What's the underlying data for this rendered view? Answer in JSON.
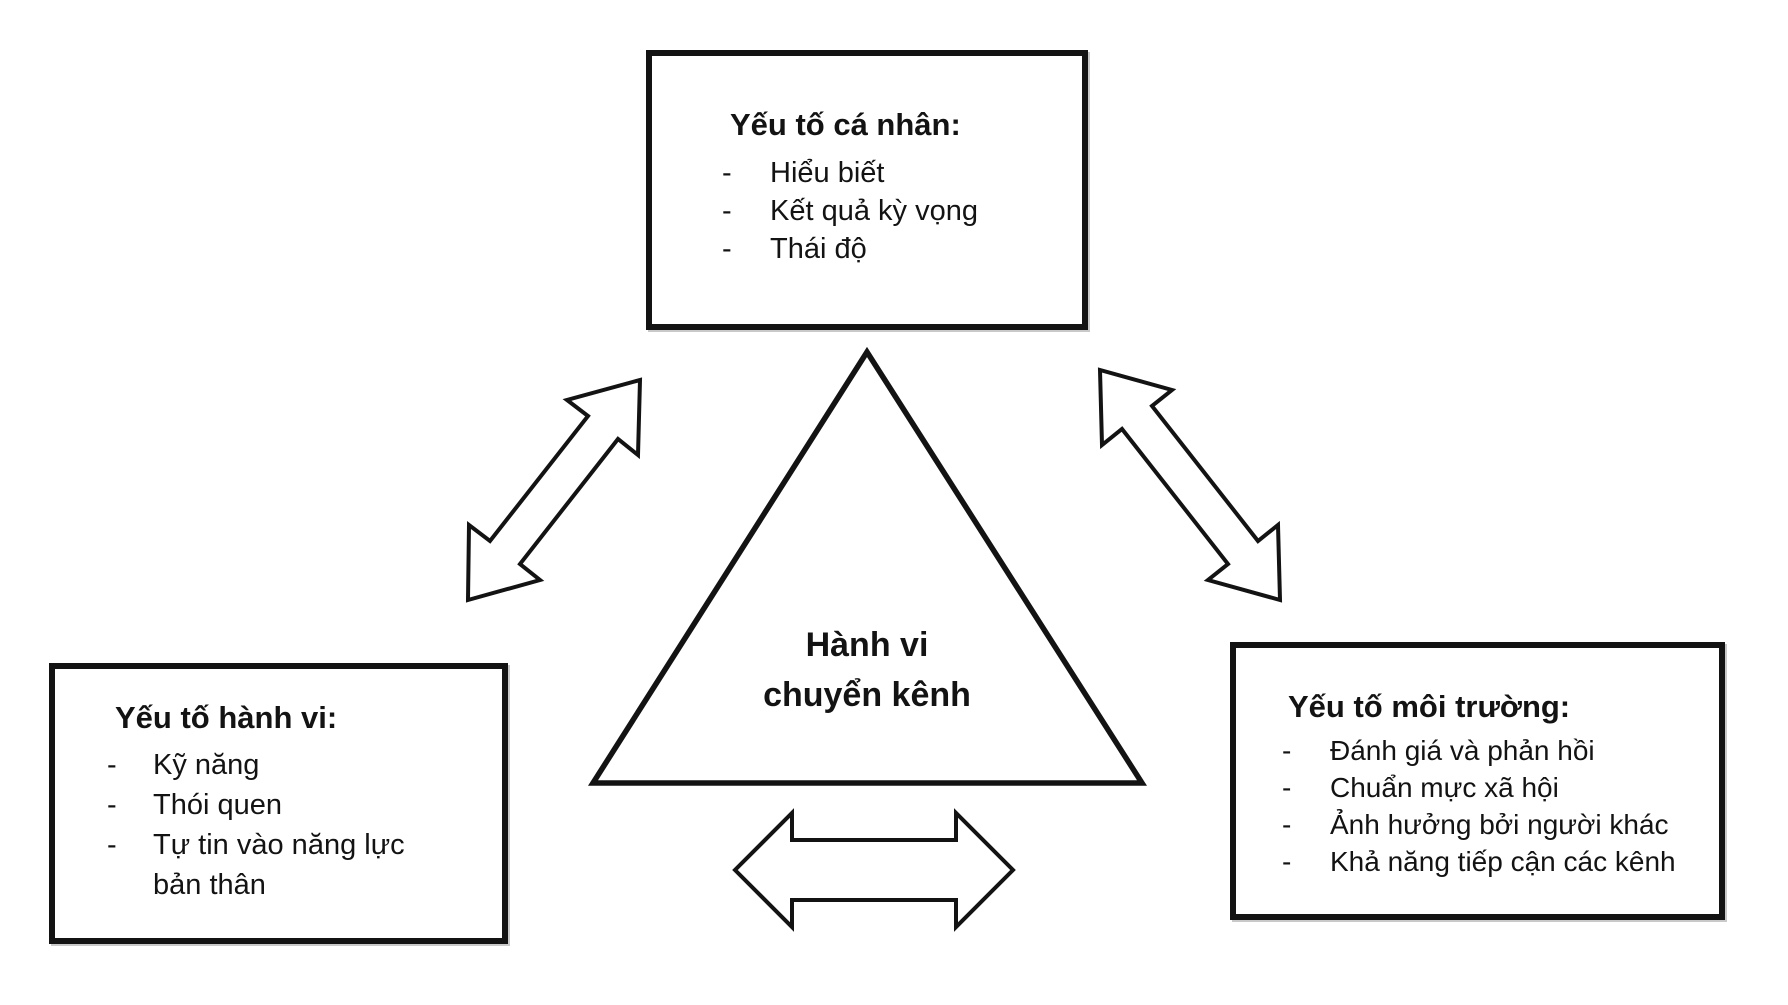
{
  "colors": {
    "background": "#ffffff",
    "ink": "#131313"
  },
  "bullet_marker": "-",
  "boxes": {
    "personal": {
      "title": "Yếu tố cá nhân:",
      "items": [
        "Hiểu biết",
        "Kết quả kỳ vọng",
        "Thái độ"
      ]
    },
    "behavioral": {
      "title": "Yếu tố hành vi:",
      "items": [
        "Kỹ năng",
        "Thói quen",
        "Tự tin vào năng lực bản thân"
      ]
    },
    "environmental": {
      "title": "Yếu tố môi trường:",
      "items": [
        "Đánh giá và phản hồi",
        "Chuẩn mực xã hội",
        "Ảnh hưởng bởi người khác",
        "Khả năng tiếp cận các kênh"
      ]
    }
  },
  "center": {
    "line1": "Hành vi",
    "line2": "chuyển kênh"
  },
  "shapes": {
    "center_shape": "triangle",
    "connectors": [
      "double-arrow-top-left",
      "double-arrow-top-right",
      "double-arrow-bottom"
    ]
  }
}
